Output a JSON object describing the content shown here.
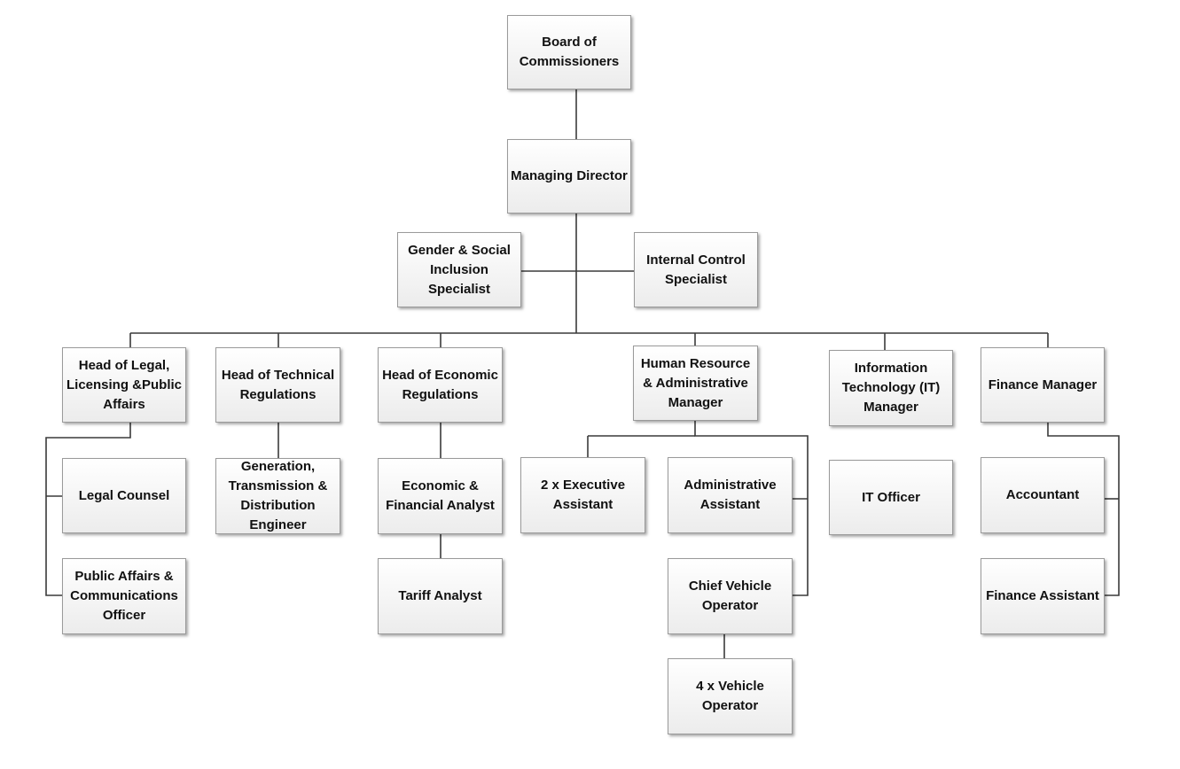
{
  "org_chart": {
    "nodes": {
      "board": "Board of Commissioners",
      "md": "Managing Director",
      "gender": "Gender & Social Inclusion Specialist",
      "internal": "Internal Control Specialist",
      "legal_head": "Head of Legal, Licensing &Public Affairs",
      "tech_head": "Head of Technical Regulations",
      "econ_head": "Head of Economic Regulations",
      "hr": "Human Resource & Administrative Manager",
      "it_mgr": "Information Technology (IT) Manager",
      "fin_mgr": "Finance Manager",
      "legal_counsel": "Legal Counsel",
      "pa_officer": "Public Affairs & Communications Officer",
      "gtd_engineer": "Generation, Transmission & Distribution Engineer",
      "econ_analyst": "Economic & Financial Analyst",
      "tariff": "Tariff Analyst",
      "exec_asst": "2 x Executive Assistant",
      "admin_asst": "Administrative Assistant",
      "chief_vo": "Chief Vehicle Operator",
      "vo": "4 x Vehicle Operator",
      "it_officer": "IT Officer",
      "accountant": "Accountant",
      "fin_asst": "Finance Assistant"
    }
  }
}
